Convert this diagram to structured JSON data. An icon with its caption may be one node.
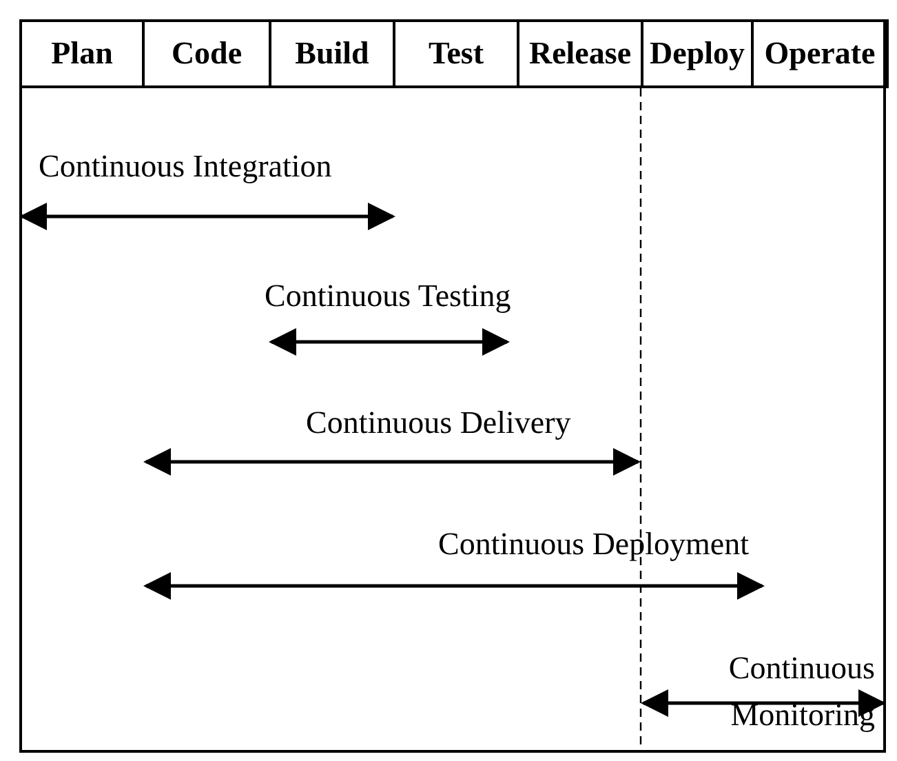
{
  "diagram": {
    "labels": [
      "Plan",
      "Code",
      "Build",
      "Test",
      "Release",
      "Deploy",
      "Operate",
      "Continuous Integration",
      "Continuous Testing",
      "Continuous Delivery",
      "Continuous Deployment",
      "Continuous Monitoring"
    ]
  }
}
